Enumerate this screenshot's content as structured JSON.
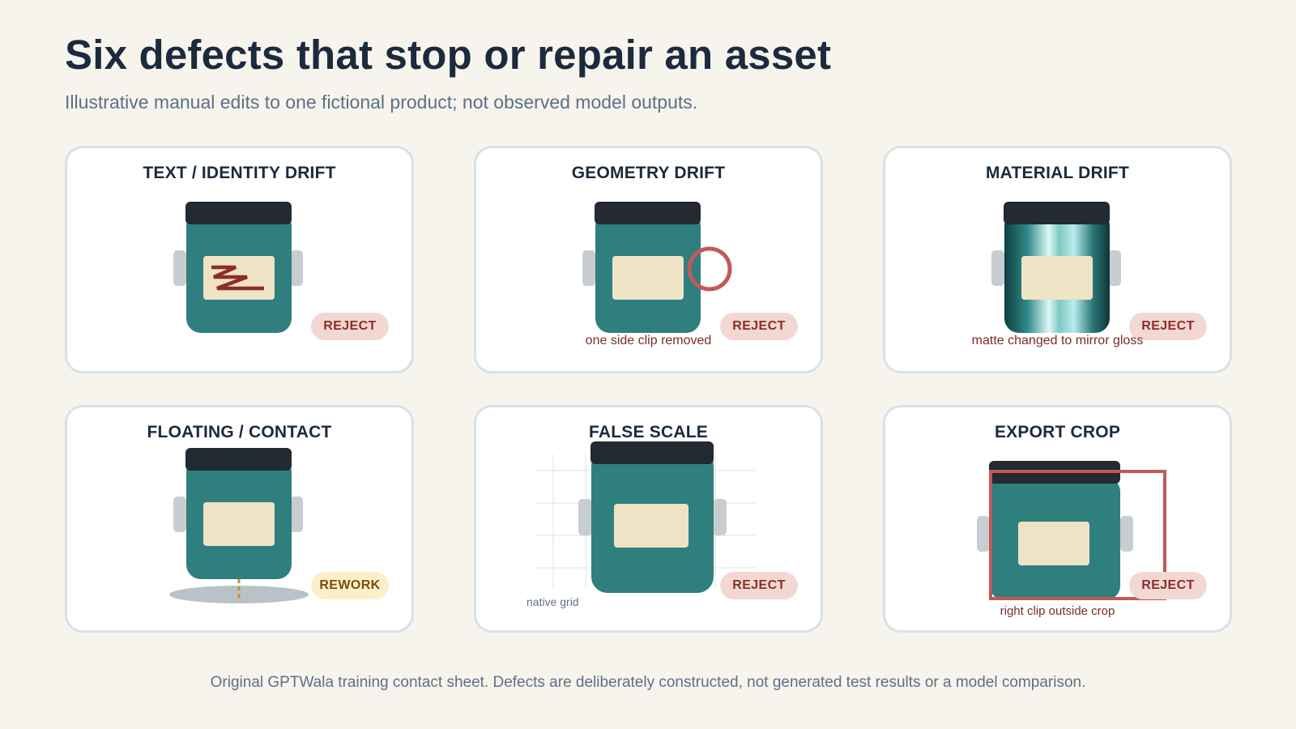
{
  "page": {
    "title": "Six defects that stop or repair an asset",
    "subtitle": "Illustrative manual edits to one fictional product; not observed model outputs.",
    "footer": "Original GPTWala training contact sheet. Defects are deliberately constructed, not generated test results or a model comparison."
  },
  "colors": {
    "background": "#f7f4ee",
    "jar_body": "#2f7f7f",
    "jar_lid": "#232a31",
    "jar_label": "#efe3c6",
    "side_clip": "#c7cdd0",
    "defect_red": "#c0595a",
    "reject_badge_bg": "#f3d7d3",
    "rework_badge_bg": "#fbefc8"
  },
  "cards": [
    {
      "title": "TEXT / IDENTITY DRIFT",
      "badge": "REJECT",
      "badge_kind": "reject",
      "note": ""
    },
    {
      "title": "GEOMETRY DRIFT",
      "badge": "REJECT",
      "badge_kind": "reject",
      "note": "one side clip removed"
    },
    {
      "title": "MATERIAL DRIFT",
      "badge": "REJECT",
      "badge_kind": "reject",
      "note": "matte changed to mirror gloss"
    },
    {
      "title": "FLOATING / CONTACT",
      "badge": "REWORK",
      "badge_kind": "rework",
      "note": ""
    },
    {
      "title": "FALSE SCALE",
      "badge": "REJECT",
      "badge_kind": "reject",
      "note": "",
      "grid_label": "native grid"
    },
    {
      "title": "EXPORT CROP",
      "badge": "REJECT",
      "badge_kind": "reject",
      "note": "right clip outside crop"
    }
  ]
}
